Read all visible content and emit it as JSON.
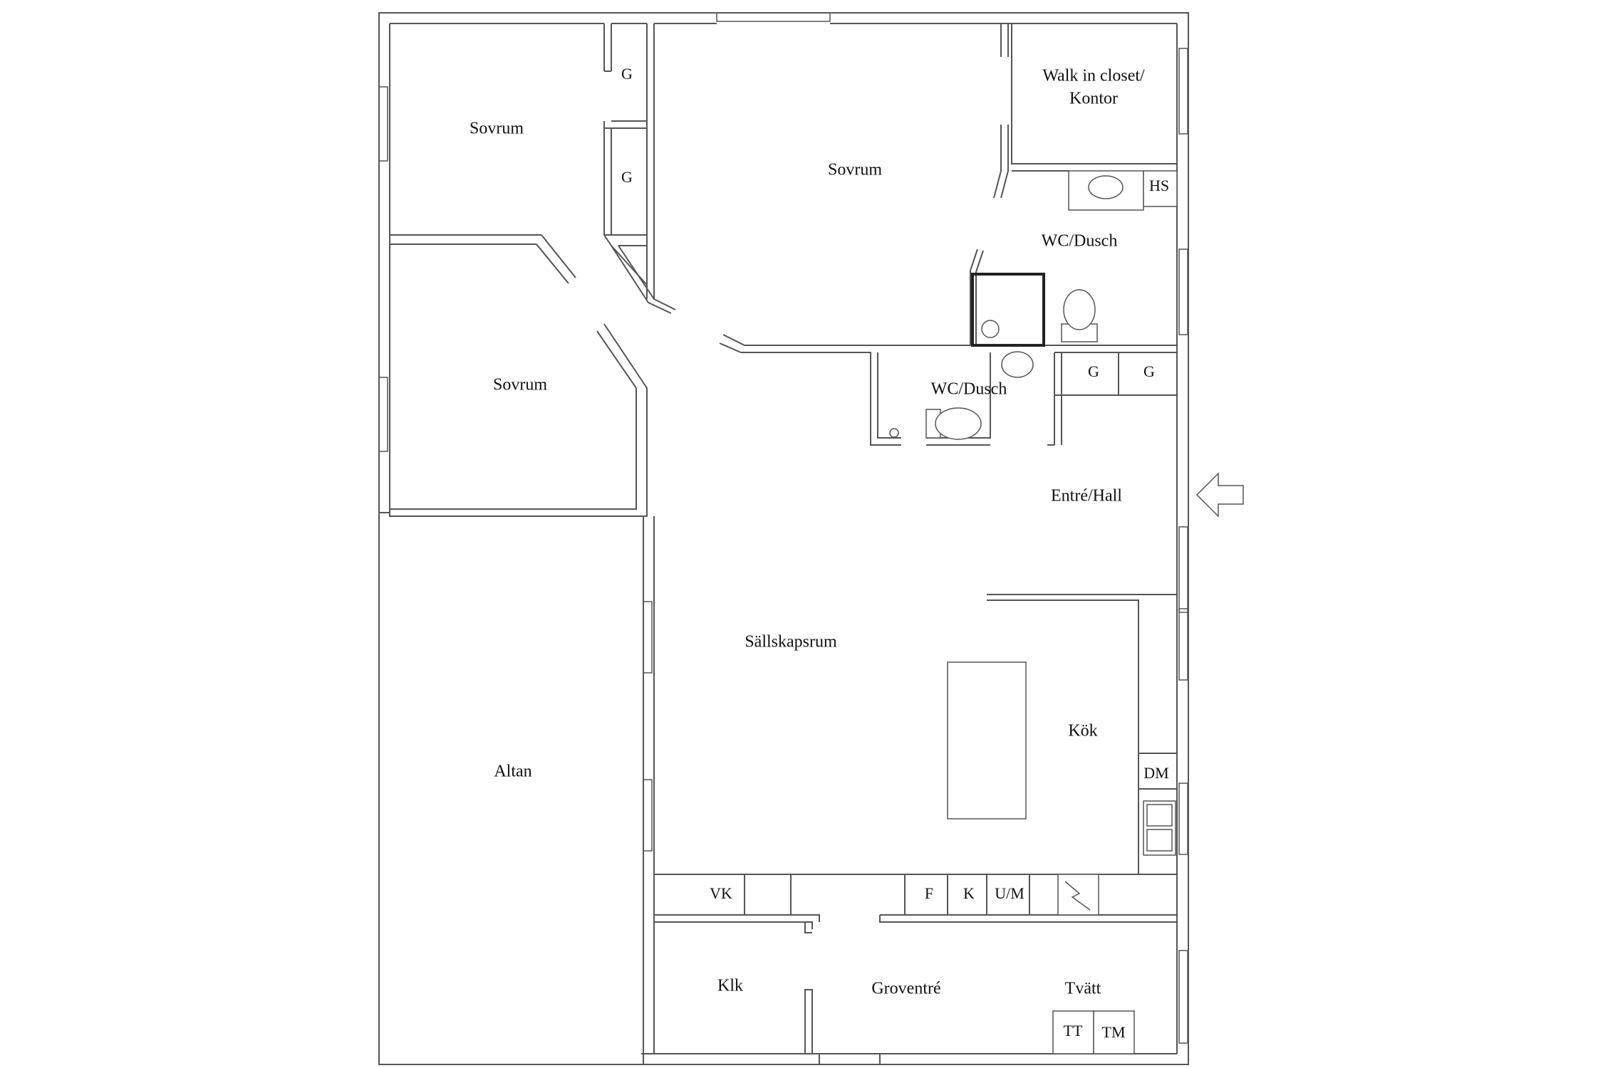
{
  "rooms": {
    "sovrum_1": "Sovrum",
    "sovrum_2": "Sovrum",
    "sovrum_master": "Sovrum",
    "walk_in_1": "Walk in closet/",
    "walk_in_2": "Kontor",
    "wc_dusch_1": "WC/Dusch",
    "wc_dusch_2": "WC/Dusch",
    "entre_hall": "Entré/Hall",
    "sallskapsrum": "Sällskapsrum",
    "kok": "Kök",
    "altan": "Altan",
    "klk": "Klk",
    "groventre": "Groventré",
    "tvatt": "Tvätt"
  },
  "fixtures": {
    "g1": "G",
    "g2": "G",
    "g3": "G",
    "g4": "G",
    "hs": "HS",
    "dm": "DM",
    "vk": "VK",
    "f": "F",
    "k": "K",
    "um": "U/M",
    "tt": "TT",
    "tm": "TM"
  }
}
